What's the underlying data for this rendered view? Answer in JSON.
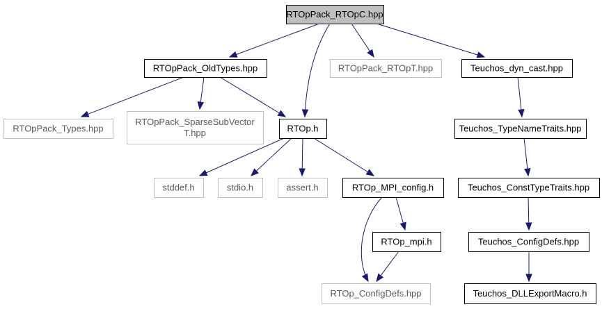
{
  "colors": {
    "edge": "#191970",
    "root_fill": "#bfbfbf",
    "node_border": "#000000",
    "external_border": "#bfbfbf",
    "external_text": "#5a5a5a"
  },
  "nodes": {
    "rtoppack_rtopc": {
      "label": "RTOpPack_RTOpC.hpp",
      "kind": "root"
    },
    "rtoppack_oldtypes": {
      "label": "RTOpPack_OldTypes.hpp",
      "kind": "normal"
    },
    "rtoppack_rtopt": {
      "label": "RTOpPack_RTOpT.hpp",
      "kind": "external"
    },
    "teuchos_dyn_cast": {
      "label": "Teuchos_dyn_cast.hpp",
      "kind": "normal"
    },
    "rtoppack_types": {
      "label": "RTOpPack_Types.hpp",
      "kind": "external"
    },
    "rtoppack_sparsesub": {
      "label": [
        "RTOpPack_SparseSubVector",
        "T.hpp"
      ],
      "kind": "external"
    },
    "rtop_h": {
      "label": "RTOp.h",
      "kind": "normal"
    },
    "teuchos_typenametraits": {
      "label": "Teuchos_TypeNameTraits.hpp",
      "kind": "normal"
    },
    "stddef": {
      "label": "stddef.h",
      "kind": "external"
    },
    "stdio": {
      "label": "stdio.h",
      "kind": "external"
    },
    "assert": {
      "label": "assert.h",
      "kind": "external"
    },
    "rtop_mpi_config": {
      "label": "RTOp_MPI_config.h",
      "kind": "normal"
    },
    "teuchos_consttypetraits": {
      "label": "Teuchos_ConstTypeTraits.hpp",
      "kind": "normal"
    },
    "rtop_mpi": {
      "label": "RTOp_mpi.h",
      "kind": "normal"
    },
    "teuchos_configdefs": {
      "label": "Teuchos_ConfigDefs.hpp",
      "kind": "normal"
    },
    "rtop_configdefs": {
      "label": "RTOp_ConfigDefs.hpp",
      "kind": "external"
    },
    "teuchos_dllexport": {
      "label": "Teuchos_DLLExportMacro.h",
      "kind": "normal"
    }
  },
  "edges": [
    {
      "from": "rtoppack_rtopc",
      "to": "rtoppack_oldtypes"
    },
    {
      "from": "rtoppack_rtopc",
      "to": "rtop_h"
    },
    {
      "from": "rtoppack_rtopc",
      "to": "rtoppack_rtopt"
    },
    {
      "from": "rtoppack_rtopc",
      "to": "teuchos_dyn_cast"
    },
    {
      "from": "rtoppack_oldtypes",
      "to": "rtoppack_types"
    },
    {
      "from": "rtoppack_oldtypes",
      "to": "rtoppack_sparsesub"
    },
    {
      "from": "rtoppack_oldtypes",
      "to": "rtop_h"
    },
    {
      "from": "teuchos_dyn_cast",
      "to": "teuchos_typenametraits"
    },
    {
      "from": "rtop_h",
      "to": "stddef"
    },
    {
      "from": "rtop_h",
      "to": "stdio"
    },
    {
      "from": "rtop_h",
      "to": "assert"
    },
    {
      "from": "rtop_h",
      "to": "rtop_mpi_config"
    },
    {
      "from": "teuchos_typenametraits",
      "to": "teuchos_consttypetraits"
    },
    {
      "from": "rtop_mpi_config",
      "to": "rtop_mpi"
    },
    {
      "from": "rtop_mpi_config",
      "to": "rtop_configdefs"
    },
    {
      "from": "rtop_mpi",
      "to": "rtop_configdefs"
    },
    {
      "from": "teuchos_consttypetraits",
      "to": "teuchos_configdefs"
    },
    {
      "from": "teuchos_configdefs",
      "to": "teuchos_dllexport"
    }
  ]
}
